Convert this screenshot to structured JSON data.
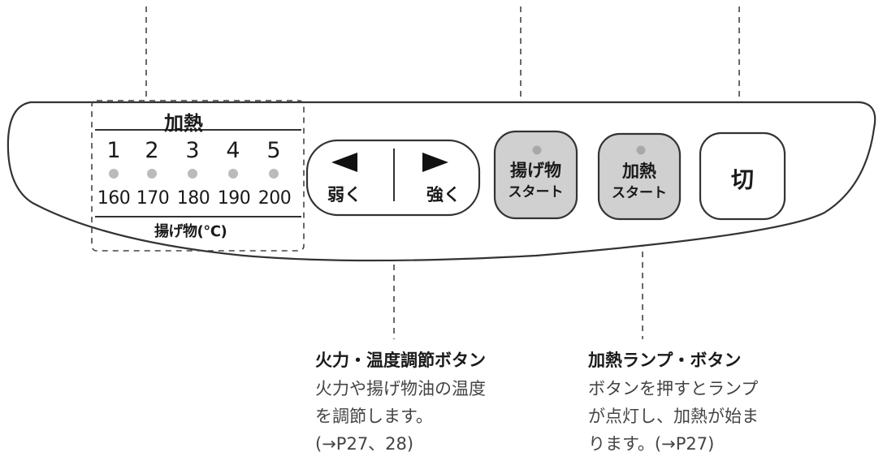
{
  "panel": {
    "heat_label": "加熱",
    "levels": [
      "1",
      "2",
      "3",
      "4",
      "5"
    ],
    "temps": [
      "160",
      "170",
      "180",
      "190",
      "200"
    ],
    "fry_label": "揚げ物(℃)"
  },
  "buttons": {
    "weaker": "弱く",
    "stronger": "強く",
    "fry_start_main": "揚げ物",
    "fry_start_sub": "スタート",
    "heat_start_main": "加熱",
    "heat_start_sub": "スタート",
    "off": "切"
  },
  "callouts": {
    "power_temp": {
      "title": "火力・温度調節ボタン",
      "lines": [
        "火力や揚げ物油の温度",
        "を調節します。",
        "(→P27、28)"
      ]
    },
    "heat_lamp": {
      "title": "加熱ランプ・ボタン",
      "lines": [
        "ボタンを押すとランプ",
        "が点灯し、加熱が始ま",
        "ります。(→P27)"
      ]
    }
  },
  "colors": {
    "panel_outline": "#333333",
    "lamp": "#bbbbbb",
    "start_button_fill": "#d0d0d0"
  }
}
